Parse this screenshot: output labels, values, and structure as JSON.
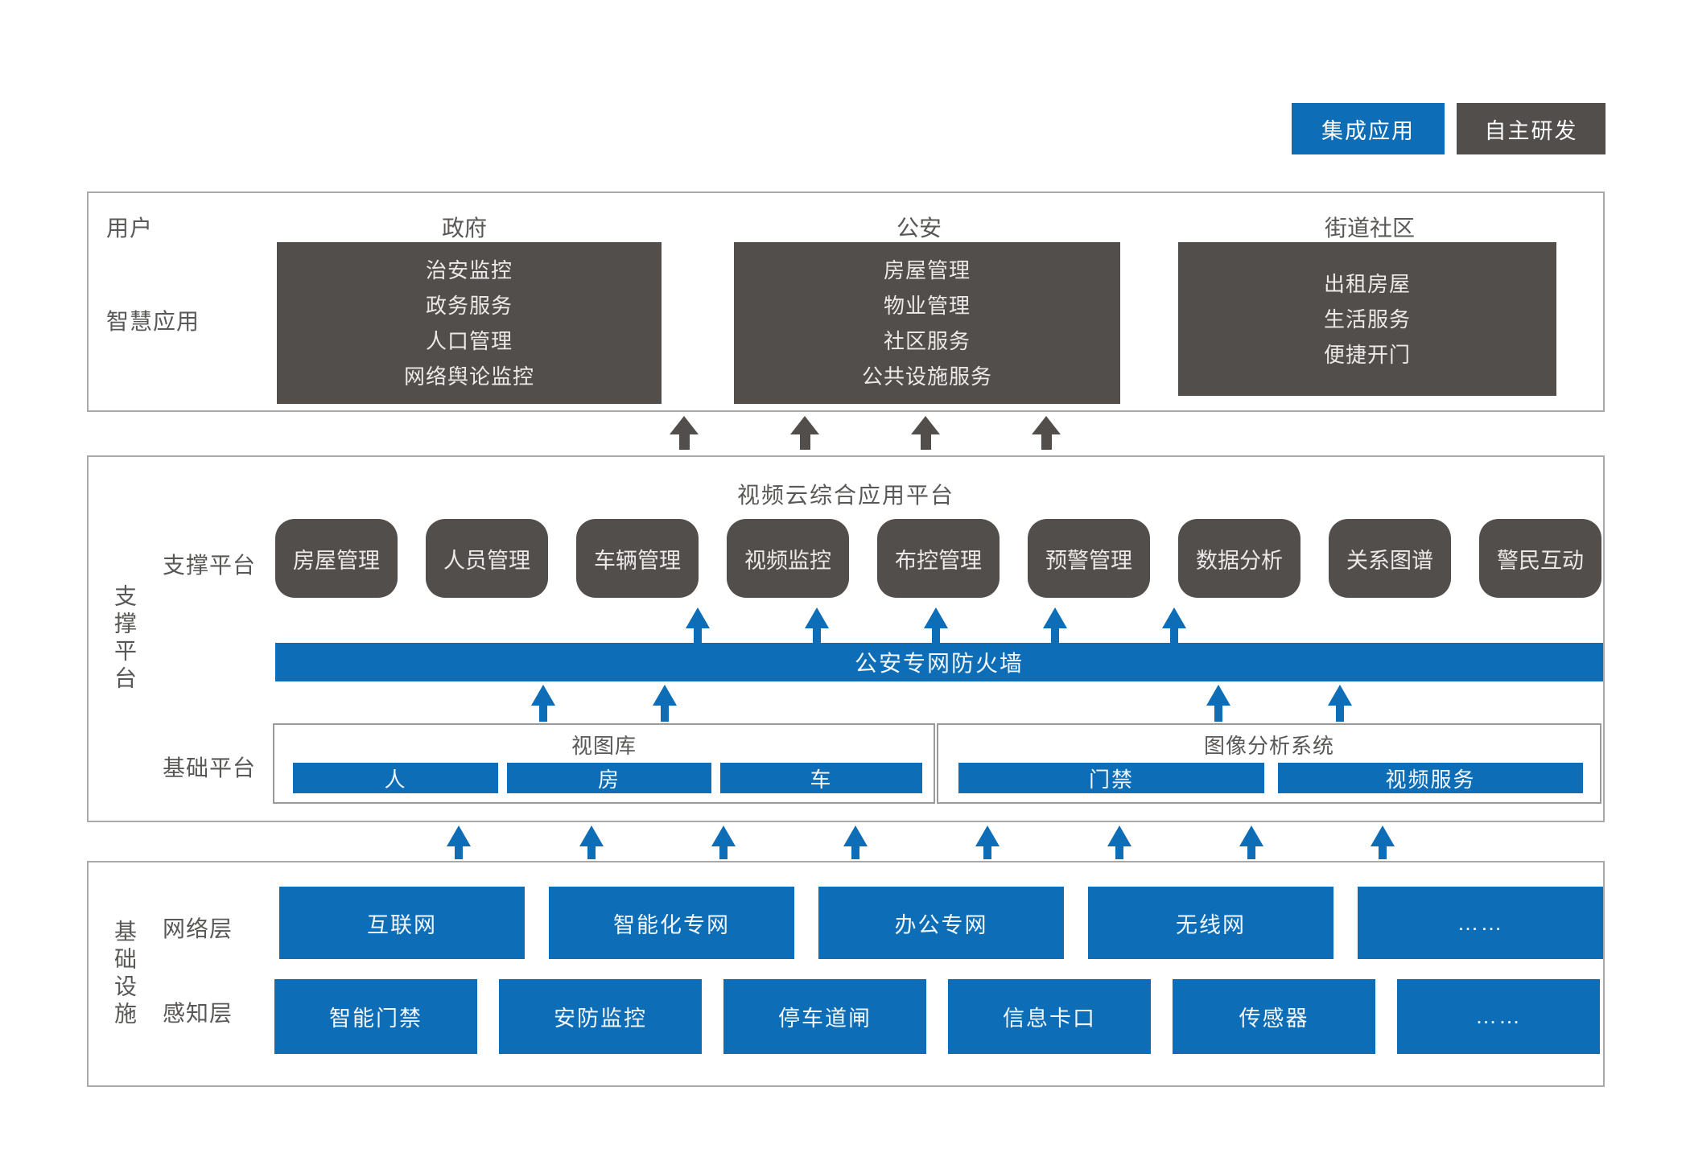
{
  "legend": {
    "integrated": "集成应用",
    "self_developed": "自主研发"
  },
  "colors": {
    "blue": "#0d6db7",
    "dark_gray": "#524e4b",
    "section_border": "#a9a9a9"
  },
  "user_section": {
    "row1_label": "用户",
    "row2_label": "智慧应用",
    "columns": [
      {
        "header": "政府",
        "items": [
          "治安监控",
          "政务服务",
          "人口管理",
          "网络舆论监控"
        ]
      },
      {
        "header": "公安",
        "items": [
          "房屋管理",
          "物业管理",
          "社区服务",
          "公共设施服务"
        ]
      },
      {
        "header": "街道社区",
        "items": [
          "出租房屋",
          "生活服务",
          "便捷开门"
        ]
      }
    ]
  },
  "support_section": {
    "side_label": "支撑平台",
    "platform_title": "视频云综合应用平台",
    "support_row_label": "支撑平台",
    "support_boxes": [
      "房屋管理",
      "人员管理",
      "车辆管理",
      "视频监控",
      "布控管理",
      "预警管理",
      "数据分析",
      "关系图谱",
      "警民互动"
    ],
    "firewall_label": "公安专网防火墙",
    "base_row_label": "基础平台",
    "base_groups": [
      {
        "title": "视图库",
        "items": [
          "人",
          "房",
          "车"
        ]
      },
      {
        "title": "图像分析系统",
        "items": [
          "门禁",
          "视频服务"
        ]
      }
    ]
  },
  "infra_section": {
    "side_label": "基础设施",
    "rows": [
      {
        "label": "网络层",
        "items": [
          "互联网",
          "智能化专网",
          "办公专网",
          "无线网",
          "……"
        ]
      },
      {
        "label": "感知层",
        "items": [
          "智能门禁",
          "安防监控",
          "停车道闸",
          "信息卡口",
          "传感器",
          "……"
        ]
      }
    ]
  }
}
